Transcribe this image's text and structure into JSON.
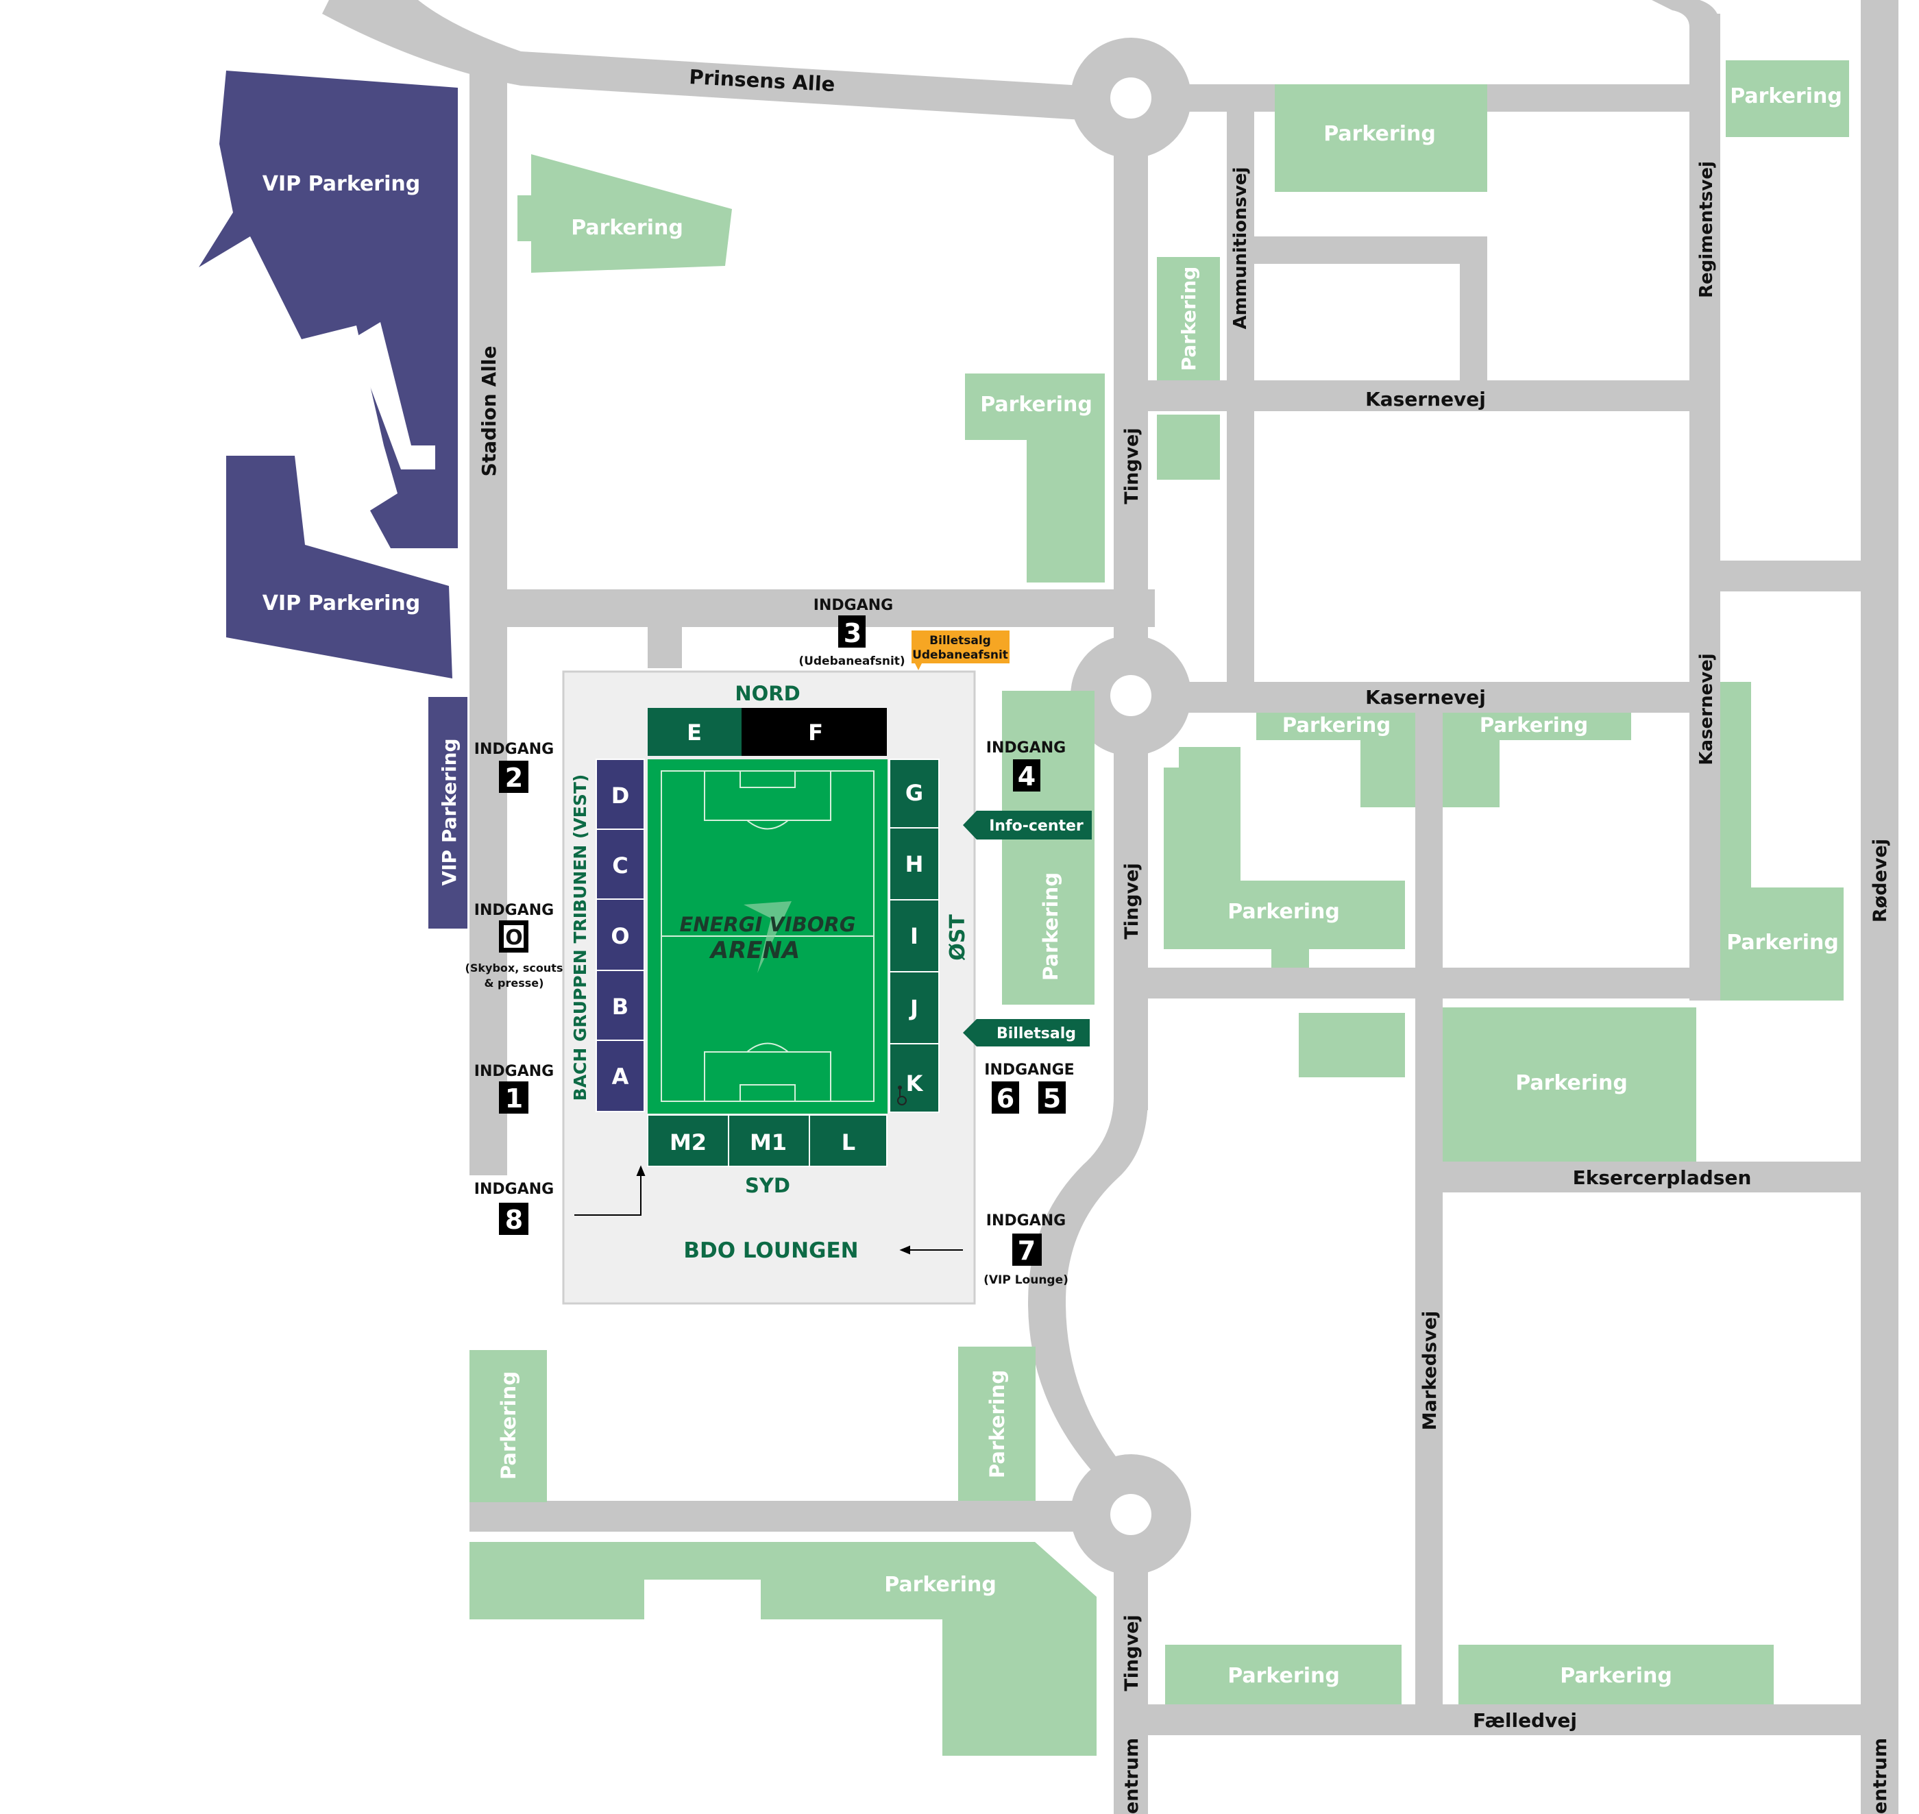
{
  "colors": {
    "road": "#c6c6c6",
    "parking": "#a6d3ab",
    "vip_parking": "#4b4a82",
    "stand_green": "#0b6446",
    "stand_purple": "#3a3a76",
    "pitch": "#00a650",
    "ticket_orange": "#f6a623",
    "stadium_area": "#efefef"
  },
  "streets": {
    "prinsens_alle": "Prinsens Alle",
    "stadion_alle": "Stadion Alle",
    "ammunitionsvej": "Ammunitionsvej",
    "regimentsvej": "Regimentsvej",
    "kasernevej_1": "Kasernevej",
    "kasernevej_2": "Kasernevej",
    "kasernevej_3": "Kasernevej",
    "tingvej_1": "Tingvej",
    "tingvej_2": "Tingvej",
    "tingvej_3": "Tingvej",
    "rodevej": "Rødevej",
    "markedsvej": "Markedsvej",
    "eksercerpladsen": "Eksercerpladsen",
    "faelledvej": "Fælledvej",
    "centrum_1": "entrum",
    "centrum_2": "entrum"
  },
  "parking": {
    "label": "Parkering",
    "vip_label": "VIP Parkering"
  },
  "stadium": {
    "logo_line1": "ENERGI VIBORG",
    "logo_line2": "ARENA",
    "nord": "NORD",
    "syd": "SYD",
    "ost": "ØST",
    "vest": "BACH GRUPPEN TRIBUNEN (VEST)",
    "lounge": "BDO LOUNGEN",
    "stands": {
      "e": "E",
      "f": "F",
      "d": "D",
      "c": "C",
      "o": "O",
      "b": "B",
      "a": "A",
      "g": "G",
      "h": "H",
      "i": "I",
      "j": "J",
      "k": "K",
      "m2": "M2",
      "m1": "M1",
      "l": "L"
    }
  },
  "entrances": {
    "indgang": "INDGANG",
    "indgange": "INDGANGE",
    "n1": "1",
    "n2": "2",
    "n3": "3",
    "n4": "4",
    "n5": "5",
    "n6": "6",
    "n7": "7",
    "n8": "8",
    "n0": "O",
    "note_3": "(Udebaneafsnit)",
    "note_0_line1": "(Skybox, scouts",
    "note_0_line2": "& presse)",
    "note_7": "(VIP Lounge)"
  },
  "signs": {
    "billetsalg_ude_line1": "Billetsalg",
    "billetsalg_ude_line2": "Udebaneafsnit",
    "info_center": "Info-center",
    "billetsalg": "Billetsalg"
  }
}
